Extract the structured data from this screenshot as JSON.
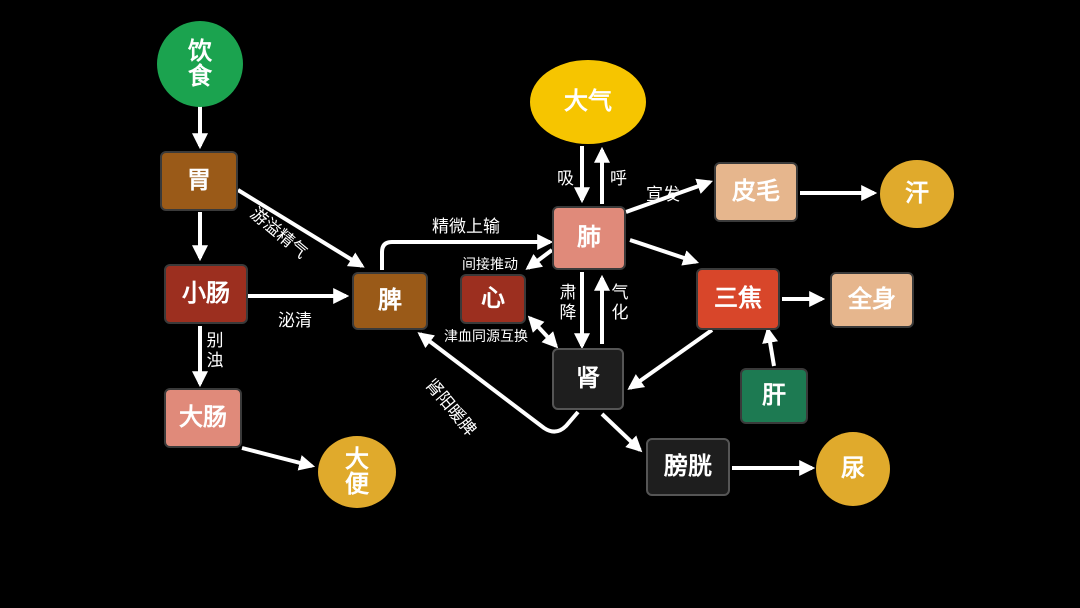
{
  "nodes": {
    "yinshi": "饮食",
    "wei": "胃",
    "xiaochang": "小肠",
    "dachang": "大肠",
    "dabian": "大便",
    "pi": "脾",
    "xin": "心",
    "fei": "肺",
    "daqi": "大气",
    "pimao": "皮毛",
    "han": "汗",
    "sanjiao": "三焦",
    "quanshen": "全身",
    "gan": "肝",
    "shen": "肾",
    "pangguang": "膀胱",
    "niao": "尿"
  },
  "labels": {
    "youyi_jingqi": "游溢精气",
    "jingwei_shangshu": "精微上输",
    "miqing": "泌清",
    "biezhuo": "别浊",
    "xi": "吸",
    "hu": "呼",
    "xuanfa": "宣发",
    "jianjie_tuidong": "间接推动",
    "jinxue_tongyuan": "津血同源互换",
    "sujiang": "肃降",
    "qihua": "气化",
    "shenyang_nuanpi": "肾阳暖脾"
  },
  "colors": {
    "green": "#1ba34f",
    "brown": "#9a5a18",
    "red": "#9c2f1f",
    "pink": "#e08a7a",
    "gold": "#e0aa2c",
    "yellow": "#f6c500",
    "beige": "#e6b68d",
    "orange_red": "#d8462a",
    "teal": "#1d7a52",
    "dark": "#1e1e1e"
  }
}
